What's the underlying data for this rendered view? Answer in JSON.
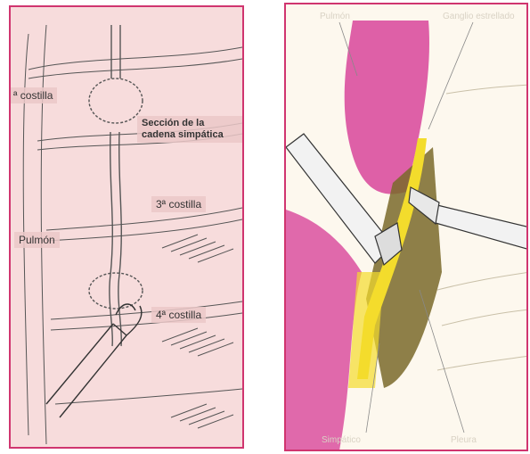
{
  "left_panel": {
    "labels": {
      "rib2": "ª costilla",
      "section_line1": "Sección de la",
      "section_line2": "cadena simpática",
      "rib3": "3ª costilla",
      "lung": "Pulmón",
      "rib4": "4ª costilla"
    }
  },
  "right_panel": {
    "labels": {
      "lung": "Pulmón",
      "ganglion": "Ganglio estrellado",
      "sympathetic": "Simpático",
      "pleura": "Pleura"
    }
  },
  "colors": {
    "frame": "#d0356f",
    "left_bg": "#f7dcdc",
    "lung_pink": "#d8459a",
    "nerve_yellow": "#f3dc2c",
    "cavity_brown": "#7a6a2a"
  }
}
